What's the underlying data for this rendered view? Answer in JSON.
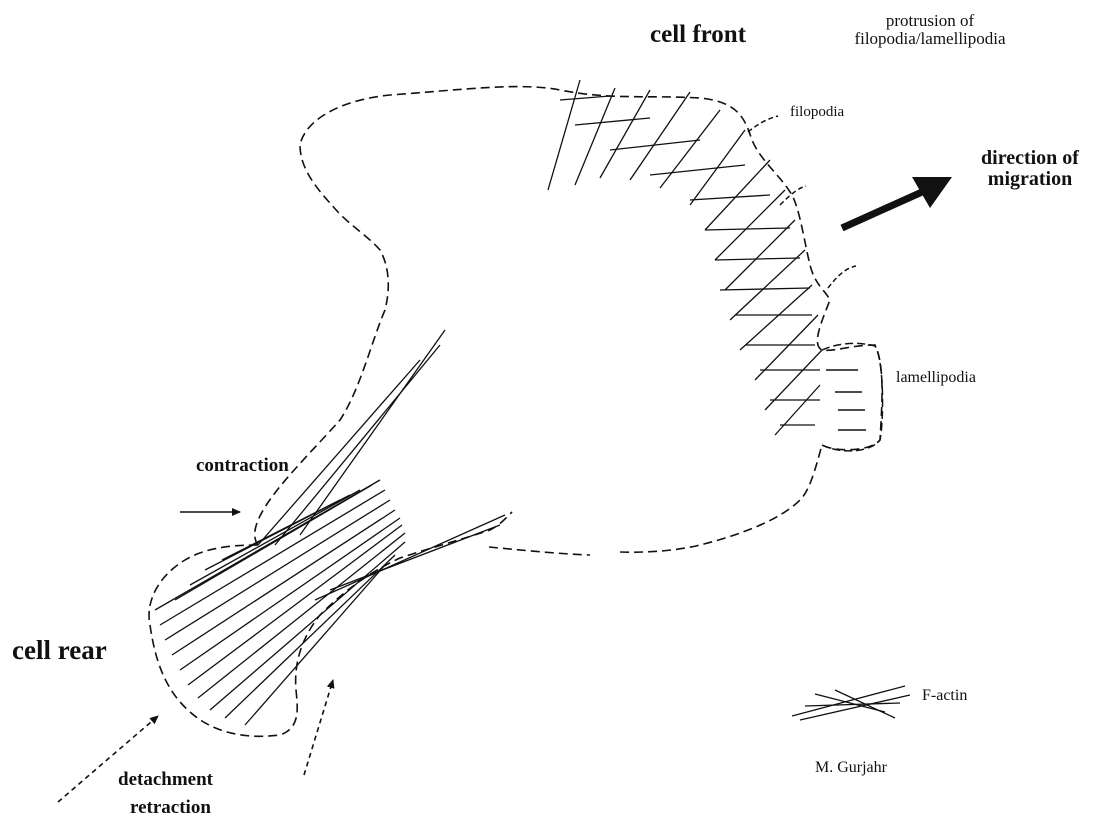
{
  "labels": {
    "cell_front": "cell front",
    "protrusion_line1": "protrusion of",
    "protrusion_line2": "filopodia/lamellipodia",
    "filopodia": "filopodia",
    "direction_line1": "direction of",
    "direction_line2": "migration",
    "lamellipodia": "lamellipodia",
    "contraction": "contraction",
    "cell_rear": "cell rear",
    "detachment": "detachment",
    "retraction": "retraction",
    "f_actin": "F-actin",
    "author": "M. Gurjahr"
  },
  "colors": {
    "ink": "#111111",
    "background": "#ffffff"
  }
}
